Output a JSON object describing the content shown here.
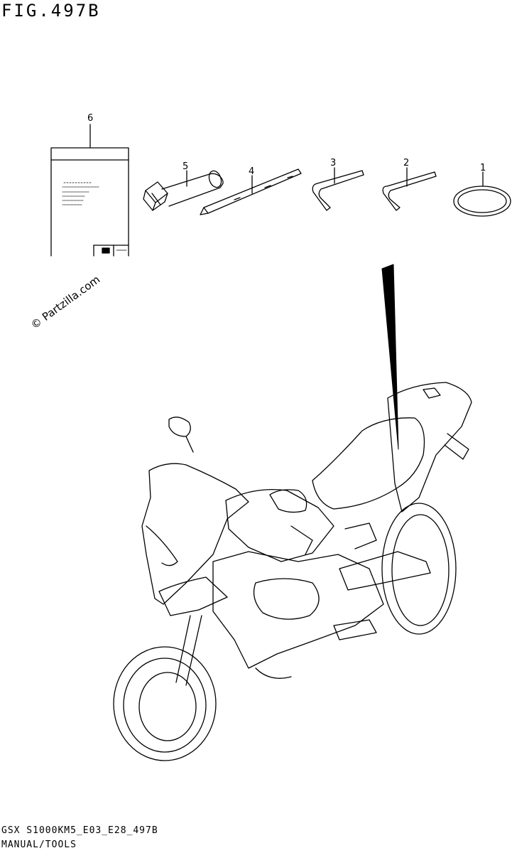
{
  "figure": {
    "title": "FIG.497B",
    "footer_code": "GSX S1000KM5_E03_E28_497B",
    "footer_name": "MANUAL/TOOLS"
  },
  "watermark": "© Partzilla.com",
  "parts": [
    {
      "ref": "1",
      "icon": "o-ring-icon"
    },
    {
      "ref": "2",
      "icon": "hex-key-small-icon"
    },
    {
      "ref": "3",
      "icon": "hex-key-large-icon"
    },
    {
      "ref": "4",
      "icon": "screwdriver-icon"
    },
    {
      "ref": "5",
      "icon": "spark-plug-wrench-icon"
    },
    {
      "ref": "6",
      "icon": "owners-manual-icon"
    }
  ],
  "manual_text": [
    "OWNER'S MANUAL"
  ]
}
